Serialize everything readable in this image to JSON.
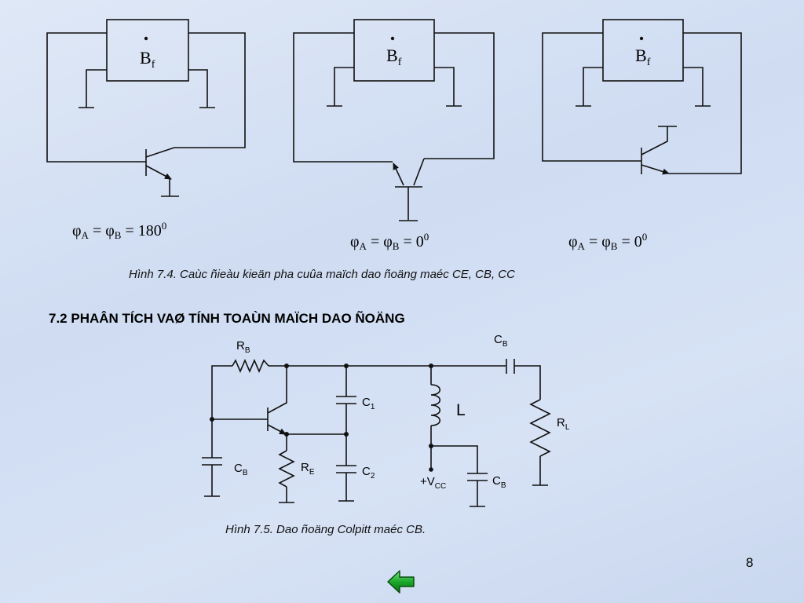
{
  "figures": {
    "ce": {
      "block": "B",
      "block_sub": "f",
      "eq": "φA = φB = 1800"
    },
    "cb": {
      "block": "B",
      "block_sub": "f",
      "eq": "φA = φB = 00"
    },
    "cc": {
      "block": "B",
      "block_sub": "f",
      "eq": "φA = φB = 00"
    }
  },
  "captions": {
    "fig74": "Hình 7.4. Caùc ñieàu kieän pha cuûa maïch dao ñoäng maéc CE, CB, CC",
    "fig75": "Hình 7.5. Dao ñoäng Colpitt maéc CB."
  },
  "section_heading": "7.2 PHAÂN TÍCH VAØ TÍNH TOAÙN MAÏCH DAO ÑOÄNG",
  "colpitts": {
    "RB": "R",
    "RB_sub": "B",
    "CB_top": "C",
    "CB_top_sub": "B",
    "C1": "C",
    "C1_sub": "1",
    "C2": "C",
    "C2_sub": "2",
    "L": "L",
    "RL": "R",
    "RL_sub": "L",
    "RE": "R",
    "RE_sub": "E",
    "CB_left": "C",
    "CB_left_sub": "B",
    "VCC": "+V",
    "VCC_sub": "CC",
    "CB_right": "C",
    "CB_right_sub": "B"
  },
  "page_number": "8",
  "nav": {
    "back_icon": "left-arrow-icon",
    "color": "#1aa82a"
  }
}
